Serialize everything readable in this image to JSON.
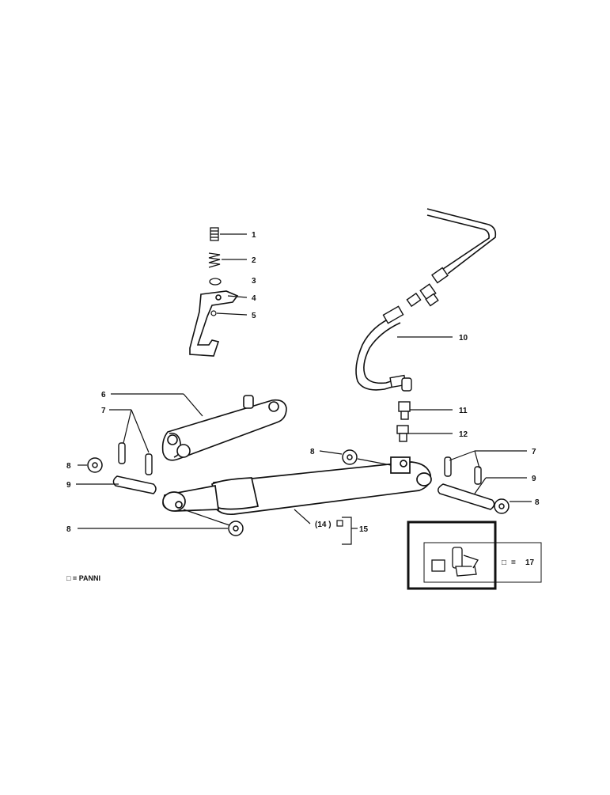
{
  "callouts": {
    "c1": "1",
    "c2": "2",
    "c3": "3",
    "c4": "4",
    "c5": "5",
    "c6": "6",
    "c7a": "7",
    "c7b": "7",
    "c8a": "8",
    "c8b": "8",
    "c8c": "8",
    "c8d": "8",
    "c9a": "9",
    "c9b": "9",
    "c10": "10",
    "c11": "11",
    "c12": "12",
    "c14": "(14 )",
    "c15": "15",
    "c17": "17"
  },
  "legend": {
    "symbol_note": "□ = PANNI",
    "kit_symbol": "□",
    "kit_equals": "="
  }
}
